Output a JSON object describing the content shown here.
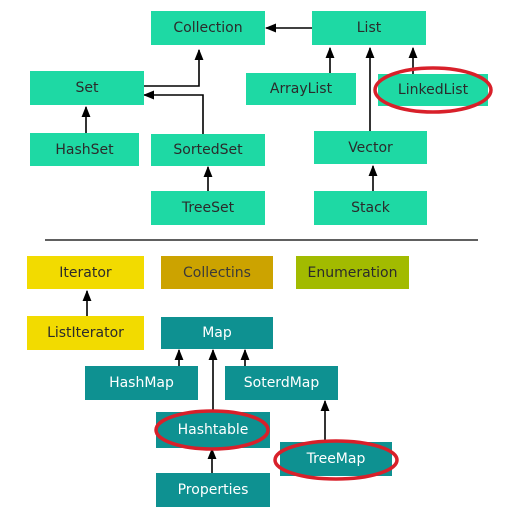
{
  "nodes": {
    "collection": "Collection",
    "list": "List",
    "set": "Set",
    "arraylist": "ArrayList",
    "linkedlist": "LinkedList",
    "hashset": "HashSet",
    "sortedset": "SortedSet",
    "vector": "Vector",
    "treeset": "TreeSet",
    "stack": "Stack",
    "iterator": "Iterator",
    "collectins": "Collectins",
    "enumeration": "Enumeration",
    "listiterator": "ListIterator",
    "map": "Map",
    "hashmap": "HashMap",
    "soterdmap": "SoterdMap",
    "hashtable": "Hashtable",
    "treemap": "TreeMap",
    "properties": "Properties"
  },
  "colors": {
    "mint": "#1ed9a4",
    "teal": "#0e9191",
    "yellow": "#f2db00",
    "gold": "#cca300",
    "olive": "#a2bb00",
    "highlight_ring": "#d8202a"
  }
}
